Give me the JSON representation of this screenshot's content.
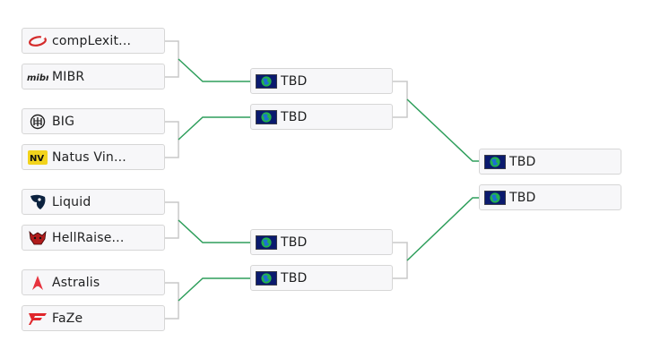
{
  "bracket": {
    "round1": [
      {
        "name": "compLexit...",
        "icon": "complexity-logo-icon"
      },
      {
        "name": "MIBR",
        "icon": "mibr-logo-icon"
      },
      {
        "name": "BIG",
        "icon": "big-logo-icon"
      },
      {
        "name": "Natus Vin...",
        "icon": "natus-vincere-logo-icon"
      },
      {
        "name": "Liquid",
        "icon": "liquid-logo-icon"
      },
      {
        "name": "HellRaise...",
        "icon": "hellraisers-logo-icon"
      },
      {
        "name": "Astralis",
        "icon": "astralis-logo-icon"
      },
      {
        "name": "FaZe",
        "icon": "faze-logo-icon"
      }
    ],
    "round2": [
      {
        "name": "TBD",
        "icon": "tbd-globe-icon"
      },
      {
        "name": "TBD",
        "icon": "tbd-globe-icon"
      },
      {
        "name": "TBD",
        "icon": "tbd-globe-icon"
      },
      {
        "name": "TBD",
        "icon": "tbd-globe-icon"
      }
    ],
    "round3": [
      {
        "name": "TBD",
        "icon": "tbd-globe-icon"
      },
      {
        "name": "TBD",
        "icon": "tbd-globe-icon"
      }
    ],
    "colors": {
      "connector_green": "#2e9e5b",
      "connector_gray": "#c8c8c8",
      "slot_border": "#d6d6d6",
      "slot_bg": "#f7f7f9"
    }
  }
}
